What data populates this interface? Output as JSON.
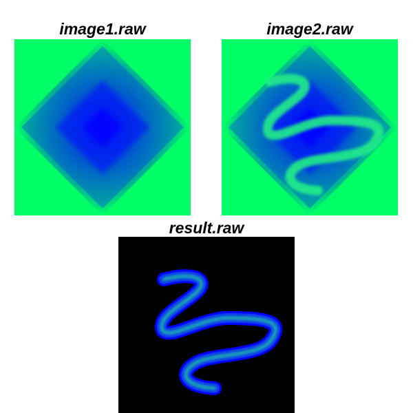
{
  "panels": {
    "image1": {
      "title": "image1.raw"
    },
    "image2": {
      "title": "image2.raw"
    },
    "result": {
      "title": "result.raw"
    }
  },
  "colors": {
    "green": "#00ff66",
    "blue": "#0000ff",
    "black": "#000000",
    "stroke_green": "#22ee88"
  }
}
